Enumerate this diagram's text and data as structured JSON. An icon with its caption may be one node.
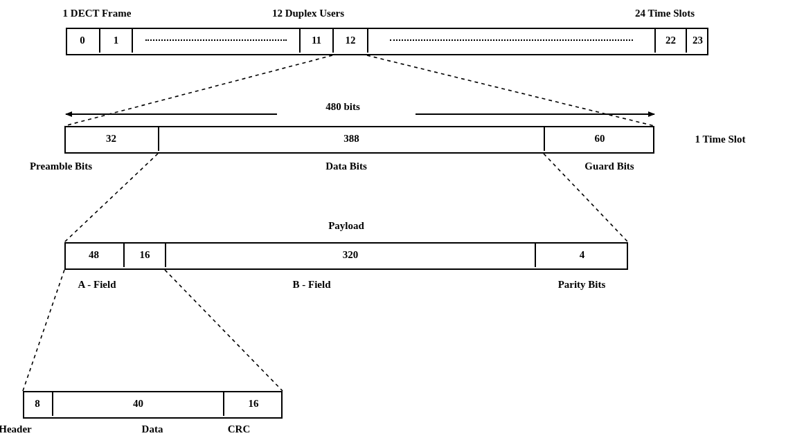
{
  "diagram": {
    "nodes": [
      {
        "text": [],
        "shape": "box"
      },
      {
        "text": [
          "0"
        ],
        "in": 0
      },
      {
        "text": [
          "1"
        ],
        "in": 0
      },
      {
        "text": [],
        "shape": "box",
        "in": 0
      },
      {
        "text": [
          "11"
        ],
        "in": 0
      },
      {
        "text": [
          "12"
        ],
        "in": 0
      },
      {
        "text": [],
        "shape": "box",
        "in": 0
      },
      {
        "text": [
          "22"
        ],
        "in": 0
      },
      {
        "text": [
          "23"
        ],
        "in": 0
      },
      {
        "text": [],
        "shape": "box",
        "beside": [
          "1 Time Slot"
        ]
      },
      {
        "text": [
          "32"
        ],
        "in": 9,
        "beside": [
          "Preamble Bits"
        ]
      },
      {
        "text": [
          "388"
        ],
        "in": 9,
        "beside": [
          "Data Bits"
        ]
      },
      {
        "text": [
          "60"
        ],
        "in": 9,
        "beside": [
          "Guard Bits"
        ]
      },
      {
        "text": [
          "Payload"
        ]
      },
      {
        "text": [
          "48"
        ],
        "in": 13
      },
      {
        "text": [
          "16"
        ],
        "in": 13
      },
      {
        "text": [
          "320"
        ],
        "in": 13,
        "beside": [
          "B - Field"
        ]
      },
      {
        "text": [
          "4"
        ],
        "in": 13,
        "beside": [
          "Parity Bits"
        ]
      },
      {
        "text": [],
        "shape": "box"
      },
      {
        "text": [
          "8"
        ],
        "in": 18,
        "beside": [
          "Header"
        ]
      },
      {
        "text": [
          "40"
        ],
        "in": 18,
        "beside": [
          "Data"
        ]
      },
      {
        "text": [
          "16"
        ],
        "in": 18,
        "beside": [
          "CRC"
        ]
      }
    ],
    "edges": [
      {
        "from": 5,
        "to": 9,
        "arrow": "none",
        "style": "dashed"
      },
      {
        "from": 5,
        "to": 9,
        "arrow": "none",
        "style": "dashed"
      },
      {
        "from": 11,
        "to": 13,
        "arrow": "none",
        "style": "dashed"
      },
      {
        "from": 11,
        "to": 13,
        "arrow": "none",
        "style": "dashed"
      },
      {
        "from": 14,
        "to": 18,
        "arrow": "none",
        "style": "dashed"
      },
      {
        "from": 15,
        "to": 18,
        "arrow": "none",
        "style": "dashed"
      }
    ],
    "labels": [
      "1 DECT Frame",
      "12 Duplex Users",
      "24 Time Slots",
      "480 bits",
      "A - Field"
    ]
  }
}
